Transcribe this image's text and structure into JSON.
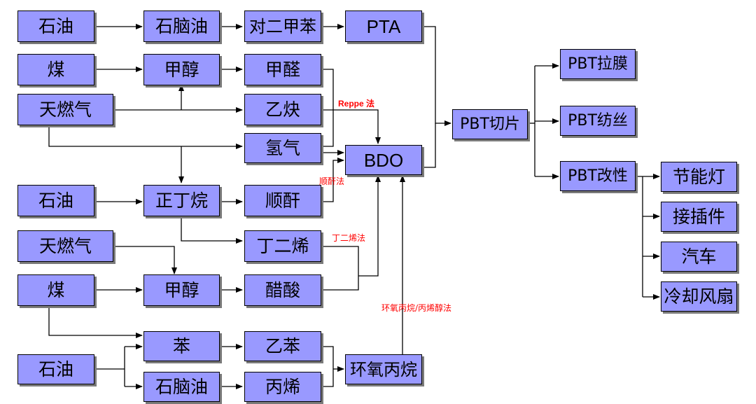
{
  "nodes": {
    "oil1": "石油",
    "naphtha1": "石脑油",
    "px": "对二甲苯",
    "pta": "PTA",
    "coal1": "煤",
    "methanol1": "甲醇",
    "formaldehyde": "甲醛",
    "gas1": "天燃气",
    "acetylene": "乙炔",
    "hydrogen": "氢气",
    "bdo": "BDO",
    "pbt_chip": "PBT切片",
    "pbt_film": "PBT拉膜",
    "pbt_fiber": "PBT纺丝",
    "pbt_mod": "PBT改性",
    "lamp": "节能灯",
    "plug": "接插件",
    "car": "汽车",
    "fan": "冷却风扇",
    "oil2": "石油",
    "butane": "正丁烷",
    "maleic": "顺酐",
    "gas2": "天燃气",
    "butadiene": "丁二烯",
    "coal2": "煤",
    "methanol2": "甲醇",
    "acetic": "醋酸",
    "benzene": "苯",
    "ethylbenzene": "乙苯",
    "oil3": "石油",
    "naphtha2": "石脑油",
    "propylene": "丙烯",
    "po": "环氧丙烷"
  },
  "labels": {
    "reppe": "Reppe 法",
    "maleic_method": "顺酐法",
    "butadiene_method": "丁二烯法",
    "po_method": "环氧丙烷/丙烯醇法"
  },
  "colors": {
    "box_fill": "#9999ff",
    "label_red": "#ff0000"
  }
}
